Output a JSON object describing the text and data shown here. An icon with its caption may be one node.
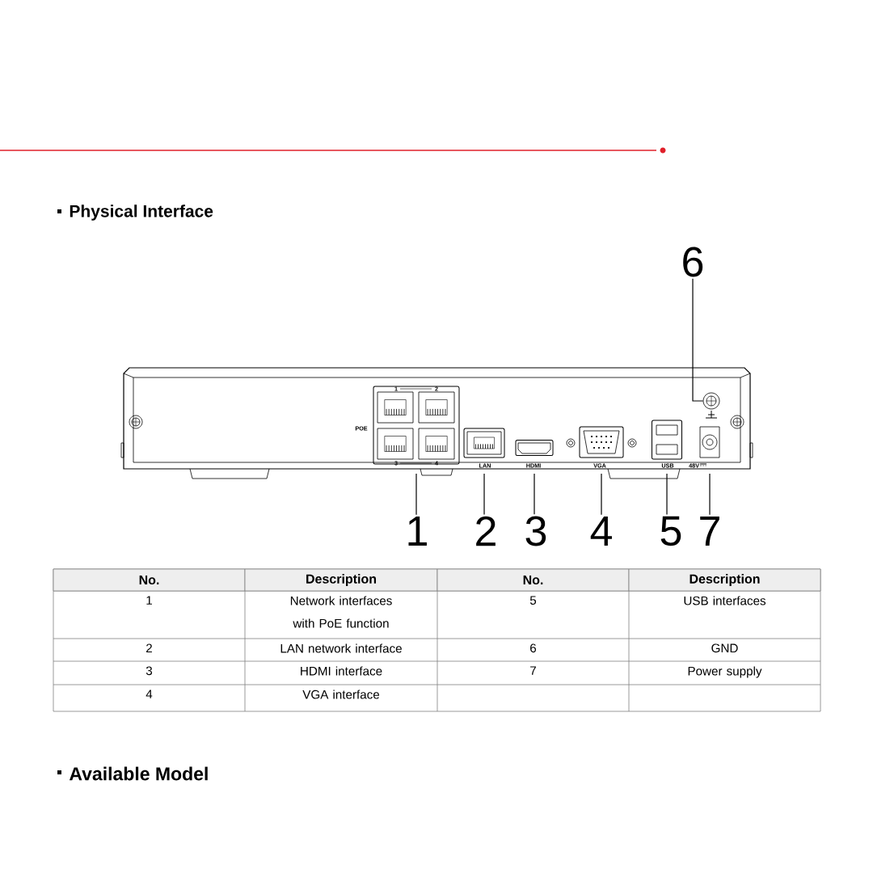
{
  "diagram": {
    "title": "Physical Interface",
    "nodes": [
      {
        "text": [],
        "shape": "box"
      },
      {
        "text": [],
        "shape": "box"
      },
      {
        "text": [],
        "shape": "box"
      },
      {
        "text": [],
        "shape": "box"
      },
      {
        "text": [],
        "shape": "box"
      },
      {
        "text": [],
        "shape": "circle"
      },
      {
        "text": [],
        "shape": "box"
      },
      {
        "text": [
          "1"
        ]
      },
      {
        "text": [
          "2"
        ]
      },
      {
        "text": [
          "3"
        ]
      },
      {
        "text": [
          "4"
        ]
      },
      {
        "text": [
          "5"
        ]
      },
      {
        "text": [
          "6"
        ]
      },
      {
        "text": [
          "7"
        ]
      }
    ],
    "edges": [
      {
        "from": 7,
        "to": 0,
        "arrow": "none"
      },
      {
        "from": 8,
        "to": 1,
        "arrow": "none"
      },
      {
        "from": 9,
        "to": 2,
        "arrow": "none"
      },
      {
        "from": 10,
        "to": 3,
        "arrow": "none"
      },
      {
        "from": 11,
        "to": 4,
        "arrow": "none"
      },
      {
        "from": 12,
        "to": 5,
        "arrow": "none"
      },
      {
        "from": 13,
        "to": 6,
        "arrow": "none"
      }
    ],
    "labels": [
      "1",
      "2",
      "POE",
      "3",
      "4",
      "LAN",
      "HDMI",
      "VGA",
      "USB",
      "48V",
      "No.",
      "Description",
      "No.",
      "Description",
      "1",
      "Network interfaces with PoE function",
      "5",
      "USB interfaces",
      "2",
      "LAN network interface",
      "6",
      "GND",
      "3",
      "HDMI interface",
      "7",
      "Power supply",
      "4",
      "VGA interface",
      "Available Model"
    ]
  }
}
